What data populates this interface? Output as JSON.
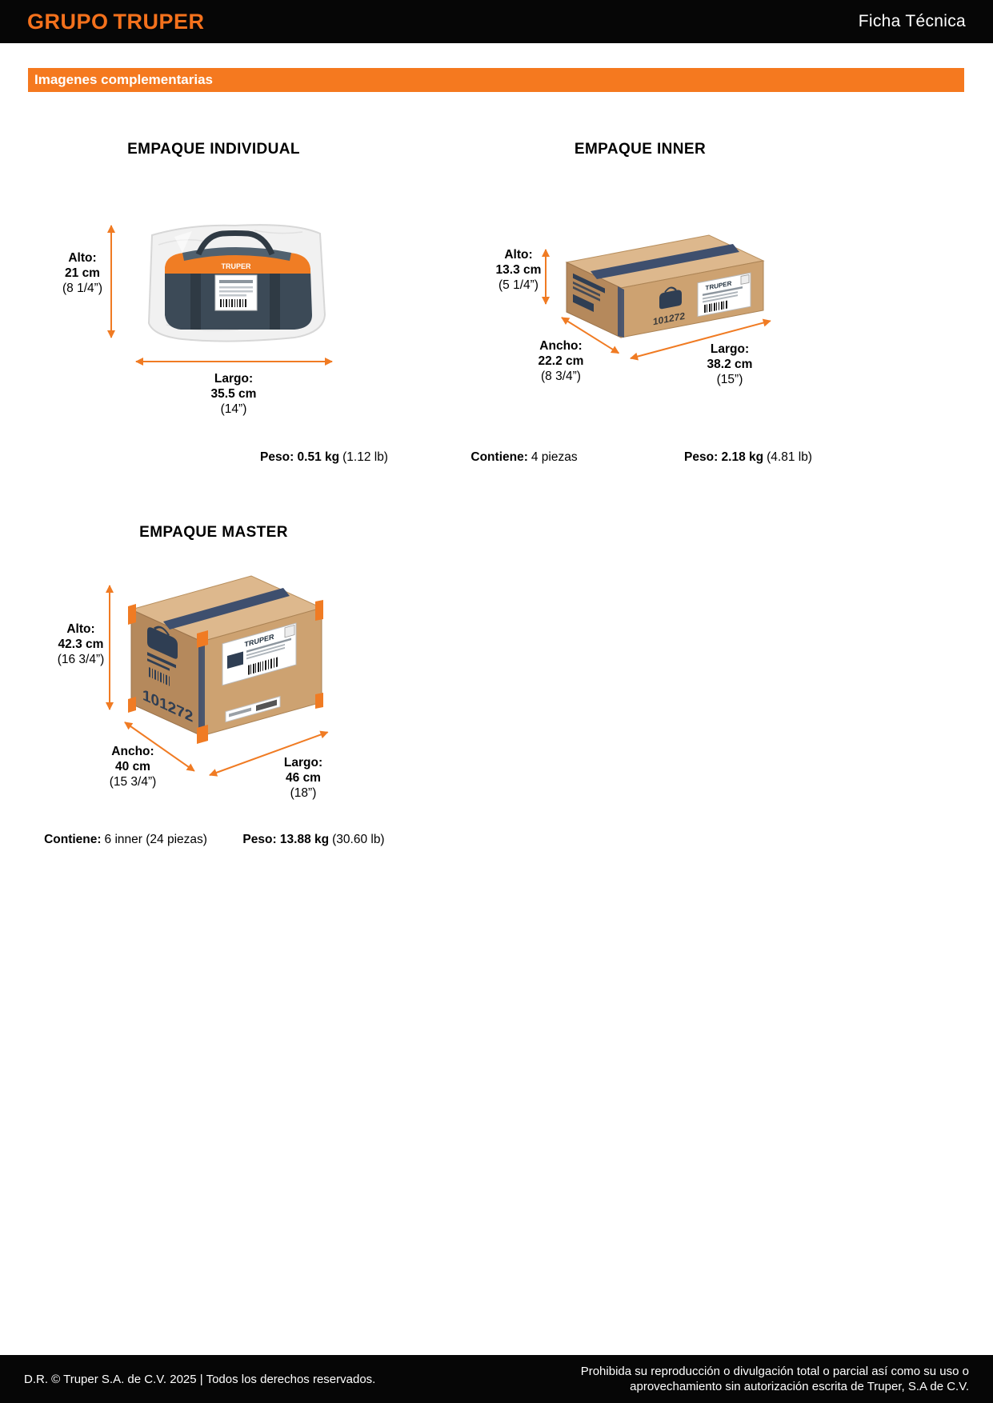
{
  "header": {
    "brand_grupo": "GRUPO",
    "brand_truper": "TRUPER",
    "doc_title": "Ficha Técnica"
  },
  "section": {
    "title": "Imagenes complementarias"
  },
  "individual": {
    "title": "EMPAQUE INDIVIDUAL",
    "alto": {
      "label": "Alto:",
      "value": "21 cm",
      "inches": "(8 1/4”)"
    },
    "largo": {
      "label": "Largo:",
      "value": "35.5 cm",
      "inches": "(14”)"
    },
    "peso": {
      "label": "Peso:",
      "value": "0.51 kg",
      "extra": "(1.12 lb)"
    }
  },
  "inner": {
    "title": "EMPAQUE INNER",
    "alto": {
      "label": "Alto:",
      "value": "13.3 cm",
      "inches": "(5 1/4”)"
    },
    "ancho": {
      "label": "Ancho:",
      "value": "22.2 cm",
      "inches": "(8 3/4”)"
    },
    "largo": {
      "label": "Largo:",
      "value": "38.2 cm",
      "inches": "(15”)"
    },
    "contiene": {
      "label": "Contiene:",
      "value": "4 piezas"
    },
    "peso": {
      "label": "Peso:",
      "value": "2.18 kg",
      "extra": "(4.81 lb)"
    },
    "box_code": "101272",
    "box_brand": "TRUPER"
  },
  "master": {
    "title": "EMPAQUE MASTER",
    "alto": {
      "label": "Alto:",
      "value": "42.3 cm",
      "inches": "(16 3/4”)"
    },
    "ancho": {
      "label": "Ancho:",
      "value": "40 cm",
      "inches": "(15 3/4”)"
    },
    "largo": {
      "label": "Largo:",
      "value": "46 cm",
      "inches": "(18”)"
    },
    "contiene": {
      "label": "Contiene:",
      "value": "6 inner (24 piezas)"
    },
    "peso": {
      "label": "Peso:",
      "value": "13.88 kg",
      "extra": "(30.60 lb)"
    },
    "box_code": "101272",
    "box_brand": "TRUPER"
  },
  "bag": {
    "brand": "TRUPER"
  },
  "footer": {
    "left": "D.R. © Truper S.A. de C.V. 2025 | Todos los derechos reservados.",
    "right_line1": "Prohibida su reproducción o divulgación total o parcial así como su uso o",
    "right_line2": "aprovechamiento sin autorización escrita de Truper, S.A de C.V."
  },
  "colors": {
    "accent_orange": "#F5791F",
    "arrow_orange": "#F07B23",
    "header_black": "#060606",
    "cardboard": "#CDA271",
    "tape_navy": "#3E4F6E",
    "bag_body": "#3C4A57"
  }
}
